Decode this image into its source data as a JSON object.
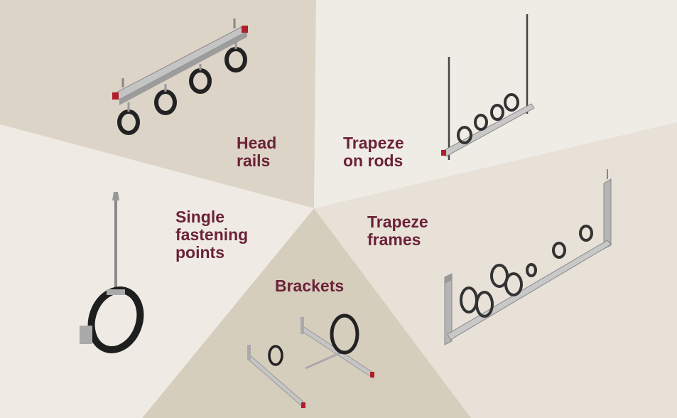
{
  "colors": {
    "label": "#6b2238",
    "sector_head_rails": "#dcd4c6",
    "sector_trapeze_rods": "#efece6",
    "sector_trapeze_frames": "#e7e1d8",
    "sector_brackets": "#d6cebd",
    "sector_single_points": "#efebe4",
    "metal": "#b9b9b9",
    "clamp_liner": "#1e1e1e",
    "end_cap": "#b01e2a"
  },
  "categories": [
    {
      "id": "head-rails",
      "label": "Head\nrails"
    },
    {
      "id": "trapeze-on-rods",
      "label": "Trapeze\non rods"
    },
    {
      "id": "trapeze-frames",
      "label": "Trapeze\nframes"
    },
    {
      "id": "brackets",
      "label": "Brackets"
    },
    {
      "id": "single-fastening-points",
      "label": "Single\nfastening\npoints"
    }
  ]
}
